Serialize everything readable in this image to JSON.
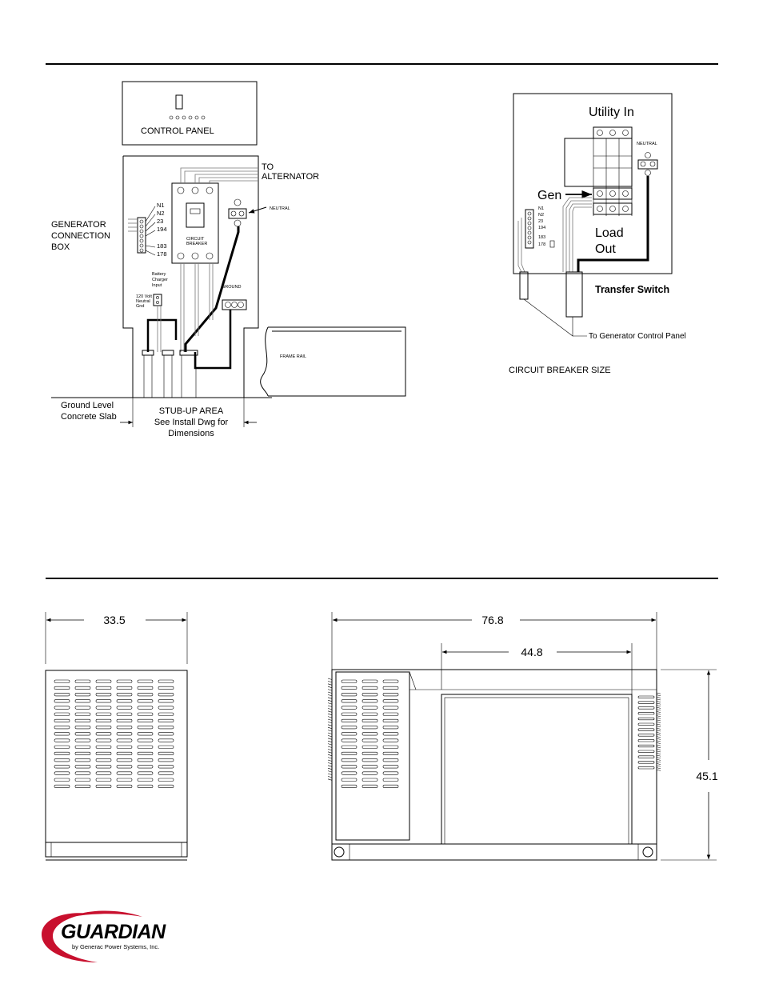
{
  "connection_diagram": {
    "control_panel_label": "CONTROL PANEL",
    "generator_box_label_lines": [
      "GENERATOR",
      "CONNECTION",
      "BOX"
    ],
    "terminal_labels": [
      "N1",
      "N2",
      "23",
      "194",
      "183",
      "178"
    ],
    "to_alternator_lines": [
      "TO",
      "ALTERNATOR"
    ],
    "neutral_label": "NEUTRAL",
    "circuit_breaker_lines": [
      "CIRCUIT",
      "BREAKER"
    ],
    "battery_charger_lines": [
      "Battery",
      "Charger",
      "Input"
    ],
    "volt_lines": [
      "120 Volt",
      "Neutral",
      "Gnd"
    ],
    "ground_label": "GROUND",
    "frame_rail_label": "FRAME RAIL",
    "ground_level_lines": [
      "Ground Level",
      "Concrete Slab"
    ],
    "stub_up_lines": [
      "STUB-UP AREA",
      "See Install Dwg for",
      "Dimensions"
    ]
  },
  "transfer_switch_diagram": {
    "utility_in": "Utility In",
    "neutral_label": "NEUTRAL",
    "gen_label": "Gen",
    "load_out_lines": [
      "Load",
      "Out"
    ],
    "terminal_labels": [
      "N1",
      "N2",
      "23",
      "194"
    ],
    "terminal_labels_lower": [
      "183",
      "178"
    ],
    "transfer_switch_label": "Transfer Switch",
    "control_panel_callout": "To Generator Control Panel",
    "circuit_breaker_size": "CIRCUIT BREAKER SIZE"
  },
  "dimensions": {
    "width": "33.5",
    "length": "76.8",
    "inner_length": "44.8",
    "height": "45.1"
  },
  "logo": {
    "brand": "GUARDIAN",
    "tagline": "by Generac Power Systems, Inc.",
    "brand_color": "#c8102e"
  }
}
